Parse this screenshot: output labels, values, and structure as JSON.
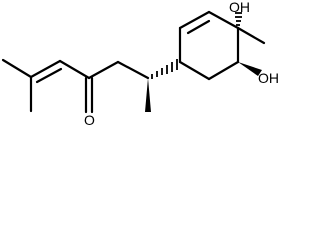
{
  "structure": {
    "atoms": {
      "ketone_oxygen": "O",
      "hydroxyl_top": "OH",
      "hydroxyl_bottom": "OH"
    },
    "bond_color": "#000000",
    "background": "#ffffff"
  }
}
